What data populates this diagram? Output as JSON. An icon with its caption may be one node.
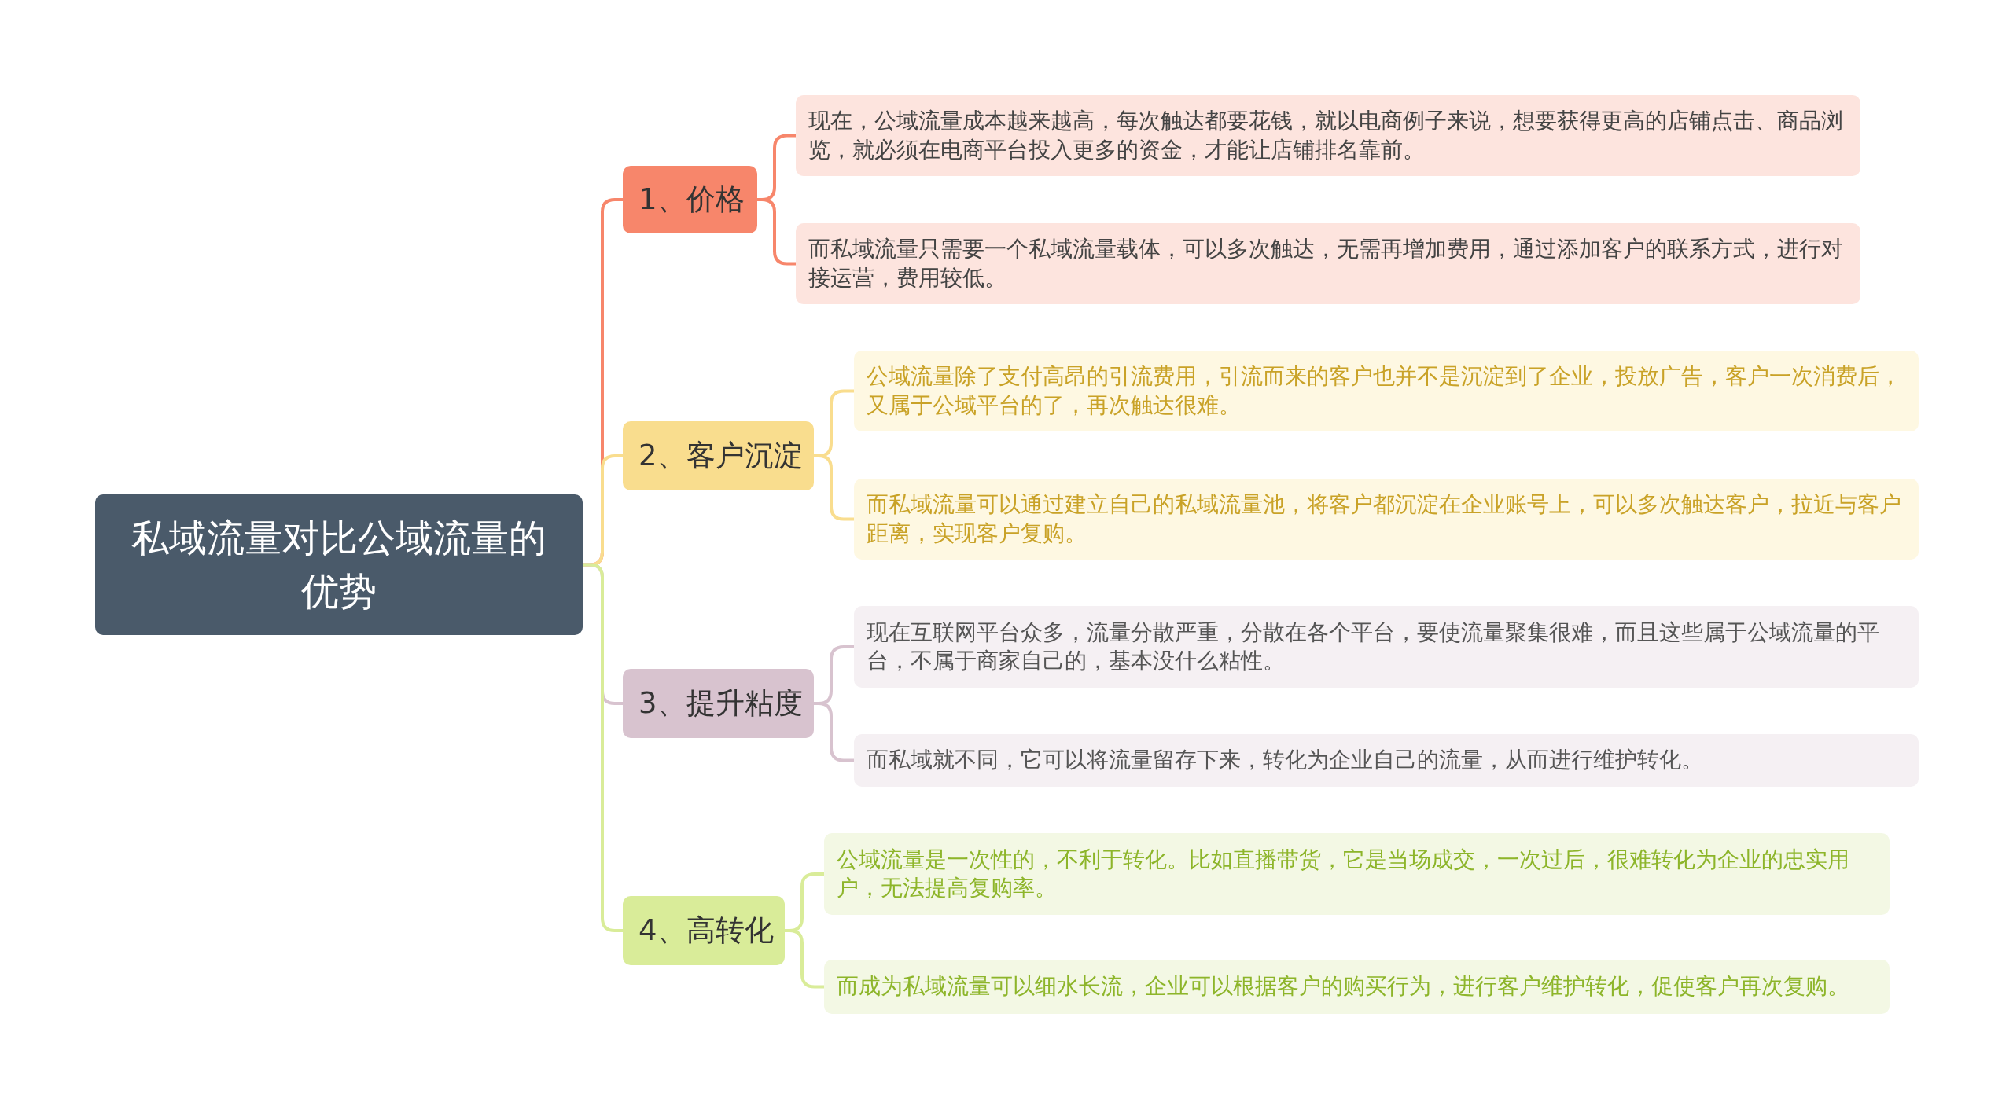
{
  "diagram": {
    "nodes": [
      {
        "text": [
          "私域流量对比公域流量的优势"
        ]
      },
      {
        "text": [
          "1、价格"
        ]
      },
      {
        "text": [
          "现在，公域流量成本越来越高，每次触达都要花钱，就以电商例子来说，想要获得更高的店铺点击、商品浏览，就必须在电商平台投入更多的资金，才能让店铺排名靠前。"
        ]
      },
      {
        "text": [
          "而私域流量只需要一个私域流量载体，可以多次触达，无需再增加费用，通过添加客户的联系方式，进行对接运营，费用较低。"
        ]
      },
      {
        "text": [
          "2、客户沉淀"
        ]
      },
      {
        "text": [
          "公域流量除了支付高昂的引流费用，引流而来的客户也并不是沉淀到了企业，投放广告，客户一次消费后，又属于公域平台的了，再次触达很难。"
        ]
      },
      {
        "text": [
          "而私域流量可以通过建立自己的私域流量池，将客户都沉淀在企业账号上，可以多次触达客户，拉近与客户距离，实现客户复购。"
        ]
      },
      {
        "text": [
          "3、提升粘度"
        ]
      },
      {
        "text": [
          "现在互联网平台众多，流量分散严重，分散在各个平台，要使流量聚集很难，而且这些属于公域流量的平台，不属于商家自己的，基本没什么粘性。"
        ]
      },
      {
        "text": [
          "而私域就不同，它可以将流量留存下来，转化为企业自己的流量，从而进行维护转化。"
        ]
      },
      {
        "text": [
          "4、高转化"
        ]
      },
      {
        "text": [
          "公域流量是一次性的，不利于转化。比如直播带货，它是当场成交，一次过后，很难转化为企业的忠实用户，无法提高复购率。"
        ]
      },
      {
        "text": [
          "而成为私域流量可以细水长流，企业可以根据客户的购买行为，进行客户维护转化，促使客户再次复购。"
        ]
      }
    ],
    "edges": [
      {
        "from": 0,
        "to": 1,
        "arrow": "none",
        "color": "#f7866b"
      },
      {
        "from": 1,
        "to": 2,
        "arrow": "none",
        "color": "#f7866b"
      },
      {
        "from": 1,
        "to": 3,
        "arrow": "none",
        "color": "#f7866b"
      },
      {
        "from": 0,
        "to": 4,
        "arrow": "none",
        "color": "#f9dd8e"
      },
      {
        "from": 4,
        "to": 5,
        "arrow": "none",
        "color": "#f9dd8e"
      },
      {
        "from": 4,
        "to": 6,
        "arrow": "none",
        "color": "#f9dd8e"
      },
      {
        "from": 0,
        "to": 7,
        "arrow": "none",
        "color": "#d8c3cf"
      },
      {
        "from": 7,
        "to": 8,
        "arrow": "none",
        "color": "#d8c3cf"
      },
      {
        "from": 7,
        "to": 9,
        "arrow": "none",
        "color": "#d8c3cf"
      },
      {
        "from": 0,
        "to": 10,
        "arrow": "none",
        "color": "#d9ec99"
      },
      {
        "from": 10,
        "to": 11,
        "arrow": "none",
        "color": "#d9ec99"
      },
      {
        "from": 10,
        "to": 12,
        "arrow": "none",
        "color": "#d9ec99"
      }
    ]
  }
}
